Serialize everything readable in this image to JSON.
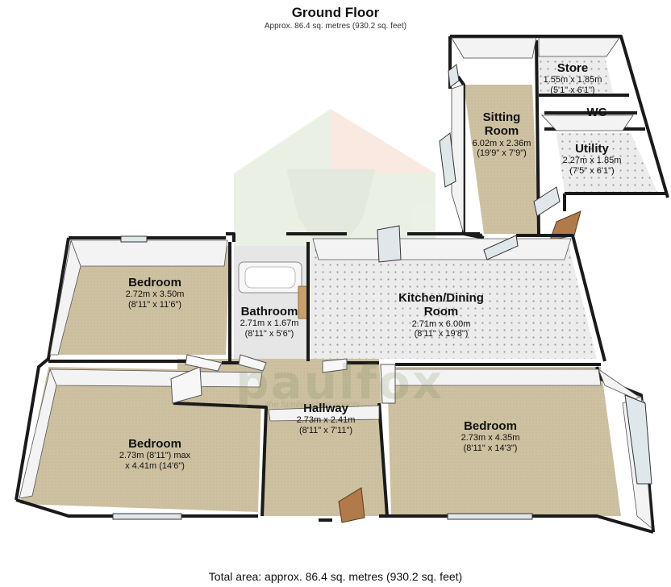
{
  "header": {
    "title": "Ground Floor",
    "subtitle": "Approx. 86.4 sq. metres (930.2 sq. feet)"
  },
  "footer": {
    "total": "Total area: approx. 86.4 sq. metres (930.2 sq. feet)"
  },
  "watermark": {
    "brand": "paulfox",
    "tagline": "the family estate agents"
  },
  "rooms": {
    "store": {
      "name": "Store",
      "dim1": "1.55m x 1.85m",
      "dim2": "(5'1\" x 6'1\")"
    },
    "wc": {
      "name": "WC"
    },
    "sitting": {
      "name1": "Sitting",
      "name2": "Room",
      "dim1": "6.02m x 2.36m",
      "dim2": "(19'9\" x 7'9\")"
    },
    "utility": {
      "name": "Utility",
      "dim1": "2.27m x 1.85m",
      "dim2": "(7'5\" x 6'1\")"
    },
    "bedroom1": {
      "name": "Bedroom",
      "dim1": "2.72m x 3.50m",
      "dim2": "(8'11\" x 11'6\")"
    },
    "bathroom": {
      "name": "Bathroom",
      "dim1": "2.71m x 1.67m",
      "dim2": "(8'11\" x 5'6\")"
    },
    "kitchen": {
      "name1": "Kitchen/Dining",
      "name2": "Room",
      "dim1": "2.71m x 6.00m",
      "dim2": "(8'11\" x 19'8\")"
    },
    "hallway": {
      "name": "Hallway",
      "dim1": "2.73m x 2.41m",
      "dim2": "(8'11\" x 7'11\")"
    },
    "bedroom2": {
      "name": "Bedroom",
      "dim1": "2.73m (8'11\") max",
      "dim2": "x 4.41m (14'6\")"
    },
    "bedroom3": {
      "name": "Bedroom",
      "dim1": "2.73m x 4.35m",
      "dim2": "(8'11\" x 14'3\")"
    }
  },
  "colors": {
    "carpet": "#cfc3a4",
    "tile": "#e9e9e9",
    "wall": "#1a1a1a",
    "wallInner": "#f2f2f2",
    "door": "#b07a4a"
  }
}
